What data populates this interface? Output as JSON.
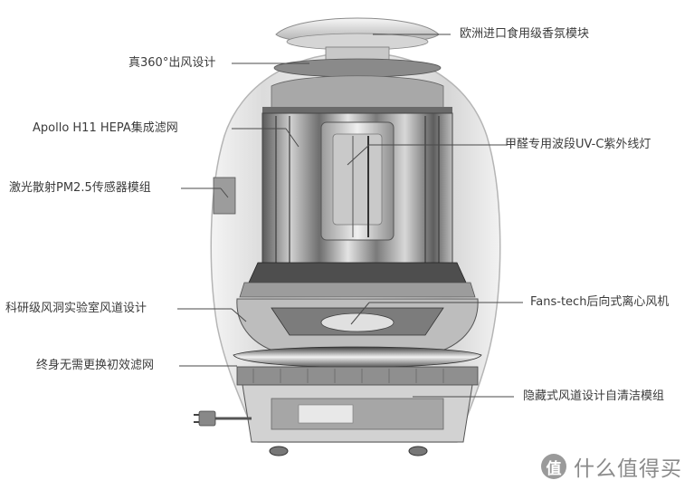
{
  "labels": {
    "fragrance": "欧洲进口食用级香氛模块",
    "airflow360": "真360°出风设计",
    "hepa": "Apollo H11 HEPA集成滤网",
    "uvc": "甲醛专用波段UV-C紫外线灯",
    "pm25": "激光散射PM2.5传感器模组",
    "duct_lab": "科研级风洞实验室风道设计",
    "fan": "Fans-tech后向式离心风机",
    "prefilter": "终身无需更换初效滤网",
    "selfclean": "隐藏式风道设计自清洁模组"
  },
  "watermark": {
    "badge": "值",
    "text": "什么值得买"
  },
  "colors": {
    "label_text": "#3b3b3b",
    "leader_line": "#4a4a4a",
    "body_outline": "#b5b5b5",
    "watermark": "#8a8a8a"
  }
}
